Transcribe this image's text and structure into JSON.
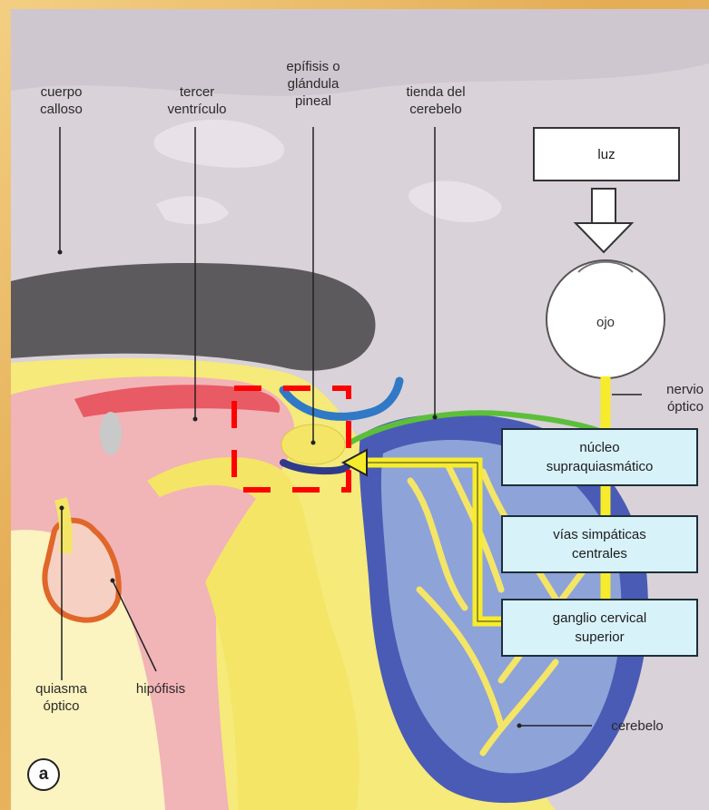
{
  "labels": {
    "cuerpo_calloso": "cuerpo\ncalloso",
    "tercer_ventriculo": "tercer\nventrículo",
    "epifisis": "epífisis o\nglándula\npineal",
    "tienda_cerebelo": "tienda del\ncerebelo",
    "luz": "luz",
    "ojo": "ojo",
    "nervio_optico": "nervio\nóptico",
    "quiasma_optico": "quiasma\nóptico",
    "hipofisis": "hipófisis",
    "cerebelo": "cerebelo"
  },
  "boxes": {
    "nucleo": "núcleo\nsupraquiasmático",
    "vias": "vías simpáticas\ncentrales",
    "ganglio": "ganglio cervical\nsuperior"
  },
  "panel_letter": "a",
  "colors": {
    "pathway": "#f7ec2c",
    "highlight_box": "#ff0000",
    "cerebellum": "#4a5bb5",
    "tentorium": "#5cbf3a"
  }
}
